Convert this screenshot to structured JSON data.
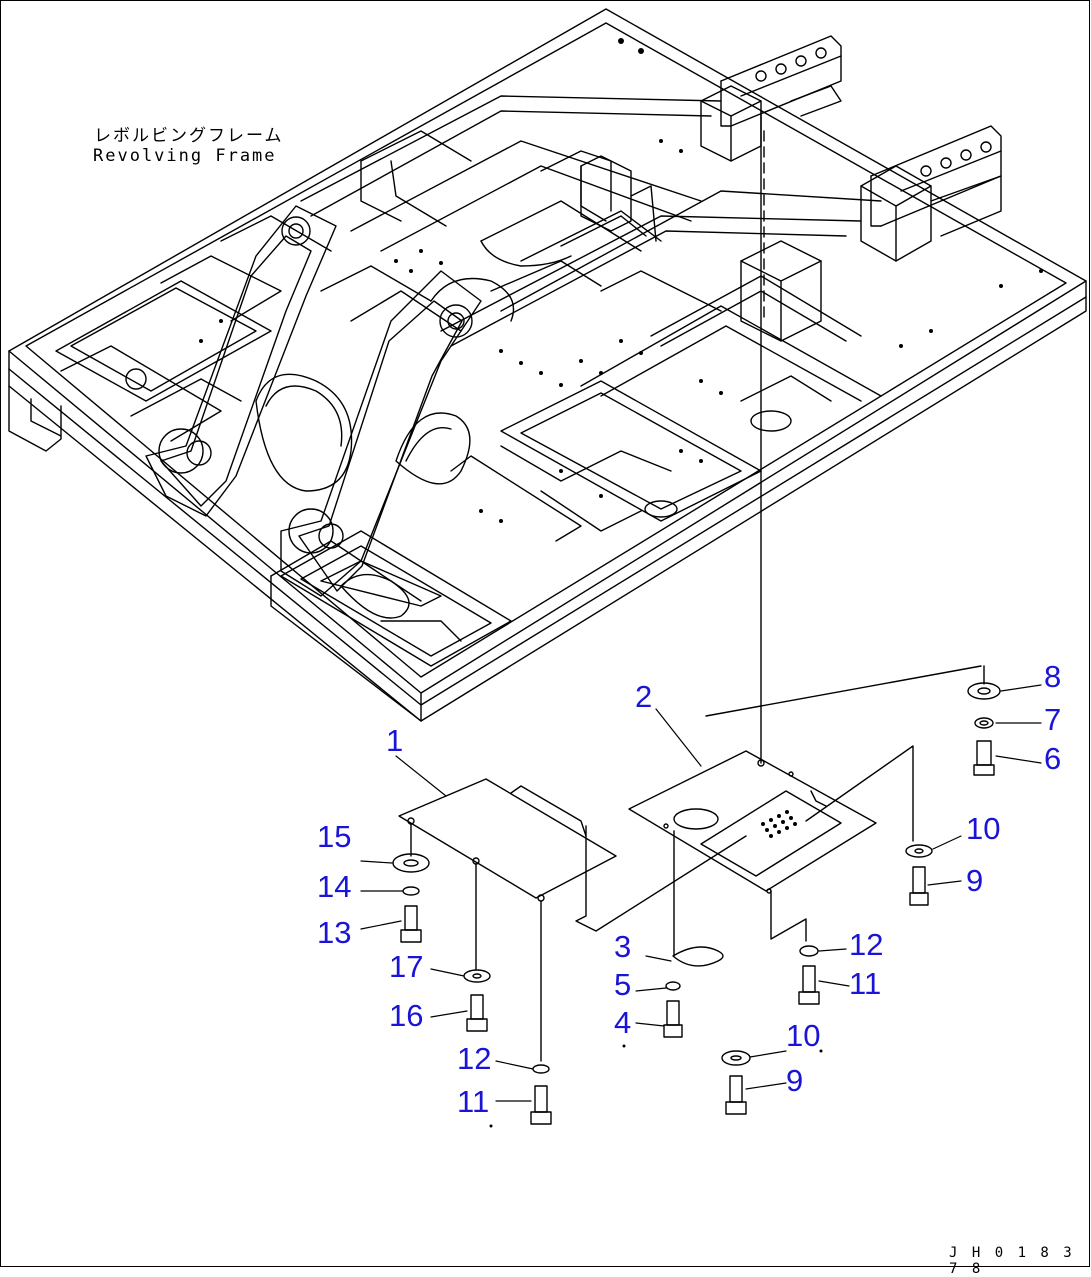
{
  "frame_label": {
    "japanese": "レボルビングフレーム",
    "english": "Revolving Frame"
  },
  "part_numbers": [
    "1",
    "2",
    "3",
    "4",
    "5",
    "6",
    "7",
    "8",
    "9",
    "10",
    "11",
    "12",
    "13",
    "14",
    "15",
    "16",
    "17",
    "9",
    "10",
    "11",
    "12"
  ],
  "drawing_code": "J H 0 1 8 3 7 8",
  "colors": {
    "line": "#000000",
    "callout": "#1a14d6",
    "background": "#ffffff"
  }
}
